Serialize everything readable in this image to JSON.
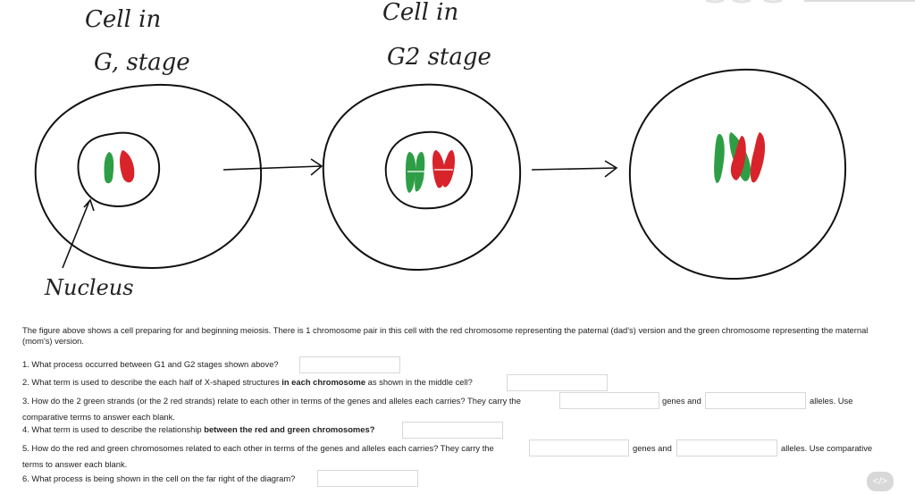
{
  "diagram": {
    "label_g1_line1": "Cell in",
    "label_g1_line2": "G, stage",
    "label_g2_line1": "Cell in",
    "label_g2_line2": "G2 stage",
    "label_nucleus": "Nucleus",
    "colors": {
      "paternal": "#d8232a",
      "maternal": "#2e9e46",
      "ink": "#111111"
    }
  },
  "intro": "The figure above shows a cell preparing for and beginning meiosis. There is 1 chromosome pair in this cell with the red chromosome representing the paternal (dad's) version and the green chromosome representing the maternal (mom's) version.",
  "questions": {
    "q1": {
      "text": "1. What process occurred between G1 and G2 stages shown above?"
    },
    "q2": {
      "text_pre": "2. What term is used to describe the each half of X-shaped structures ",
      "text_bold": "in each chromosome",
      "text_post": " as shown in the middle cell?"
    },
    "q3": {
      "text_pre": "3. How do the 2 green strands (or the 2 red strands) relate to each other in terms of the genes and alleles each carries? They carry the",
      "mid": "genes and",
      "post": "alleles.  Use",
      "line2": "comparative terms to answer each blank."
    },
    "q4": {
      "text_pre": "4. What term is used to describe the relationship ",
      "text_bold": "between the red and green chromosomes?"
    },
    "q5": {
      "text_pre": "5. How do the red and green chromosomes related to each other in terms of the genes and alleles each carries? They carry the",
      "mid": "genes and",
      "post": "alleles. Use comparative",
      "line2": "terms to answer each blank."
    },
    "q6": {
      "text": "6. What process is being shown in the cell on the far right of the diagram?"
    }
  },
  "badge_icon": "code-brackets-icon"
}
